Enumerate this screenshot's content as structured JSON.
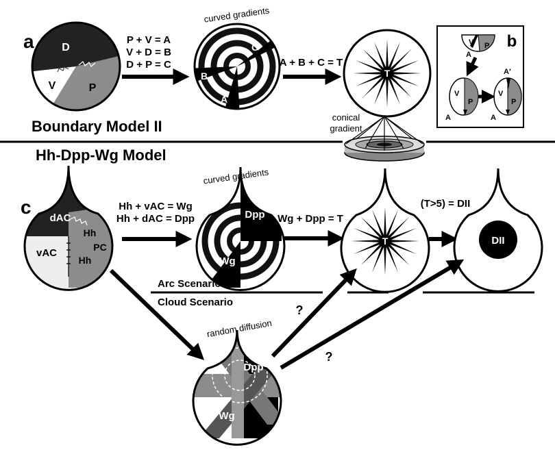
{
  "panels": {
    "a": "a",
    "b": "b",
    "c": "c"
  },
  "panel_a": {
    "disc_regions": [
      "D",
      "V",
      "P"
    ],
    "equations": [
      "P + V = A",
      "V + D = B",
      "D + P = C"
    ],
    "curved_label": "curved gradients",
    "curved_regions": [
      "A",
      "B",
      "C"
    ],
    "sum_equation": "A + B + C = T",
    "target_label": "T",
    "conical_label": [
      "conical",
      "gradient"
    ],
    "model_title": "Boundary Model II"
  },
  "panel_b": {
    "top_regions": [
      "V",
      "P",
      "A"
    ],
    "left_regions": [
      "V",
      "P",
      "A"
    ],
    "right_regions": [
      "V",
      "P",
      "A",
      "A′"
    ]
  },
  "panel_c": {
    "model_title": "Hh-Dpp-Wg Model",
    "disc_regions": [
      "dAC",
      "vAC",
      "Hh",
      "PC",
      "Hh"
    ],
    "equations": [
      "Hh + vAC = Wg",
      "Hh + dAC = Dpp"
    ],
    "curved_label": "curved gradients",
    "curved_regions": [
      "Dpp",
      "Wg"
    ],
    "sum_equation": "Wg + Dpp = T",
    "target_label": "T",
    "threshold_equation": "(T>5) = DII",
    "outcome_label": "DII",
    "arc_scenario": "Arc Scenario",
    "cloud_scenario": "Cloud Scenario",
    "random_label": "random diffusion",
    "random_regions": [
      "Dpp",
      "Wg"
    ],
    "question_marks": [
      "?",
      "?"
    ]
  }
}
